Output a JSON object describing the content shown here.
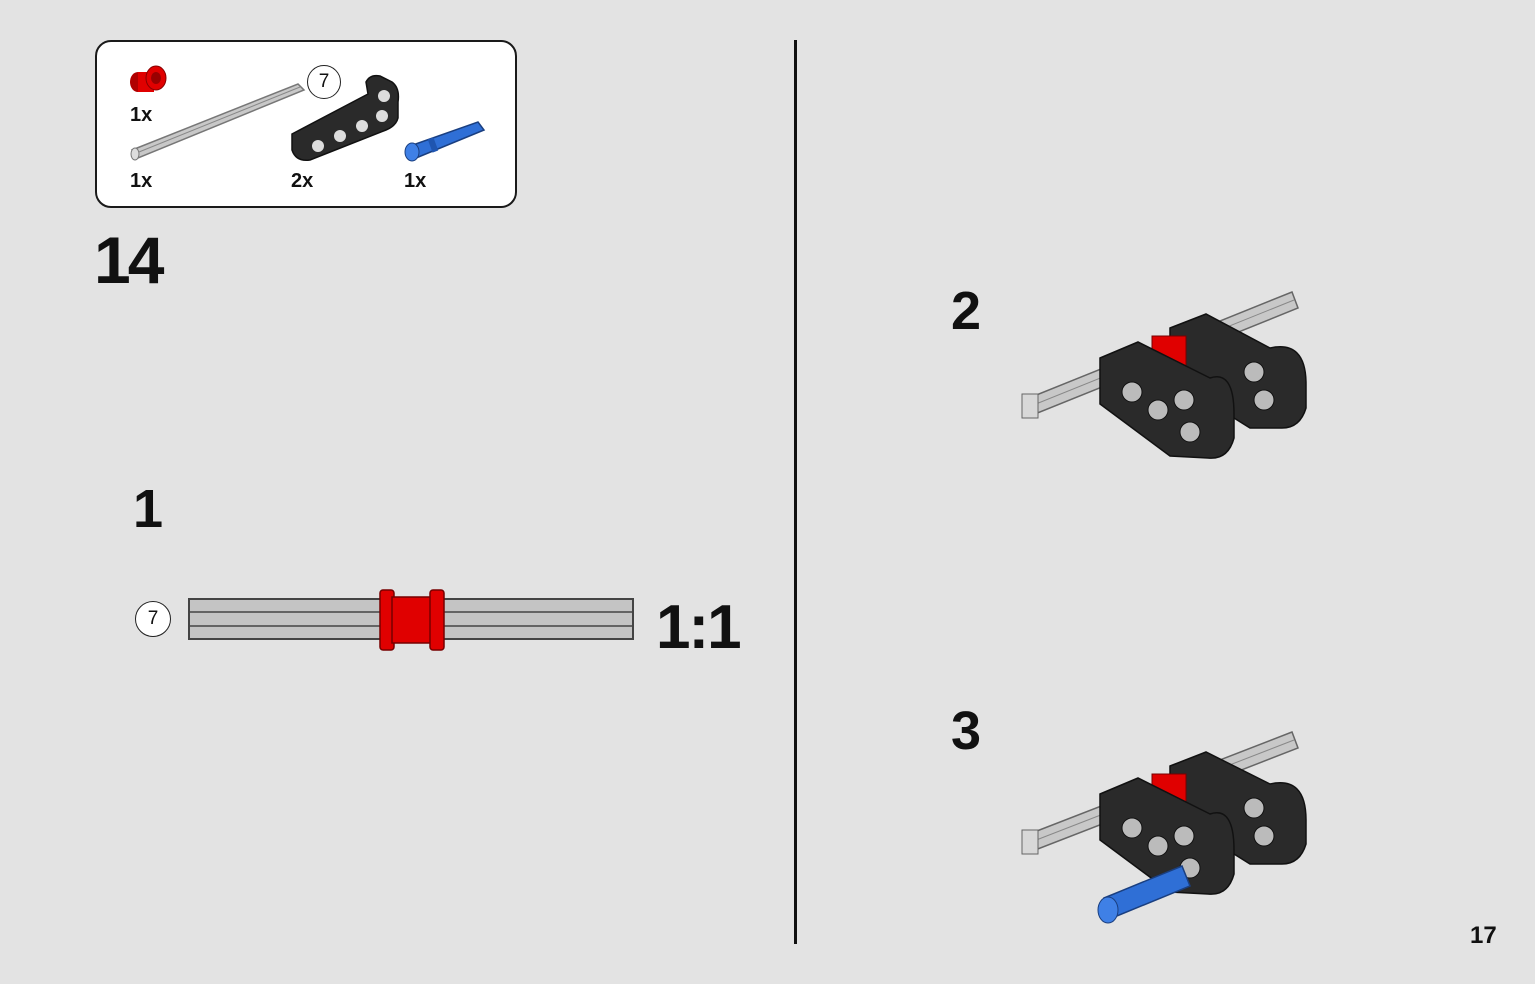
{
  "step": {
    "number": "14"
  },
  "parts_list": [
    {
      "quantity": "1x",
      "part": "red-bush"
    },
    {
      "quantity": "1x",
      "part": "grey-axle",
      "length_callout": "7"
    },
    {
      "quantity": "2x",
      "part": "black-bent-beam"
    },
    {
      "quantity": "1x",
      "part": "blue-axle-pin"
    }
  ],
  "substeps": [
    {
      "number": "1",
      "length_callout": "7",
      "scale": "1:1"
    },
    {
      "number": "2"
    },
    {
      "number": "3"
    }
  ],
  "page": {
    "number": "17"
  },
  "colors": {
    "background": "#e3e3e3",
    "brick_red": "#e00000",
    "brick_black": "#2a2a2a",
    "axle_grey": "#c4c4c4",
    "pin_blue": "#2f6fd6"
  }
}
